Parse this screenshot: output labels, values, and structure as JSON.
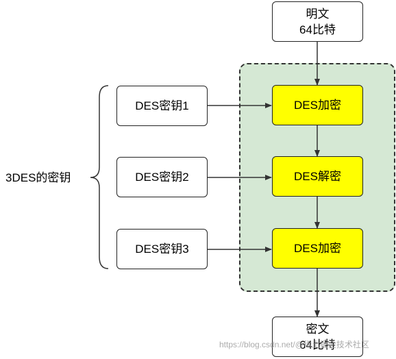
{
  "plaintext": {
    "line1": "明文",
    "line2": "64比特"
  },
  "ciphertext": {
    "line1": "密文",
    "line2": "64比特"
  },
  "keys": [
    "DES密钥1",
    "DES密钥2",
    "DES密钥3"
  ],
  "steps": [
    "DES加密",
    "DES解密",
    "DES加密"
  ],
  "keys_group_label": "3DES的密钥",
  "watermark": "https://blog.csdn.net/@稀土掘金技术社区",
  "colors": {
    "step_fill": "#ffff00",
    "group_fill": "#d5e8d4",
    "stroke": "#333333"
  }
}
